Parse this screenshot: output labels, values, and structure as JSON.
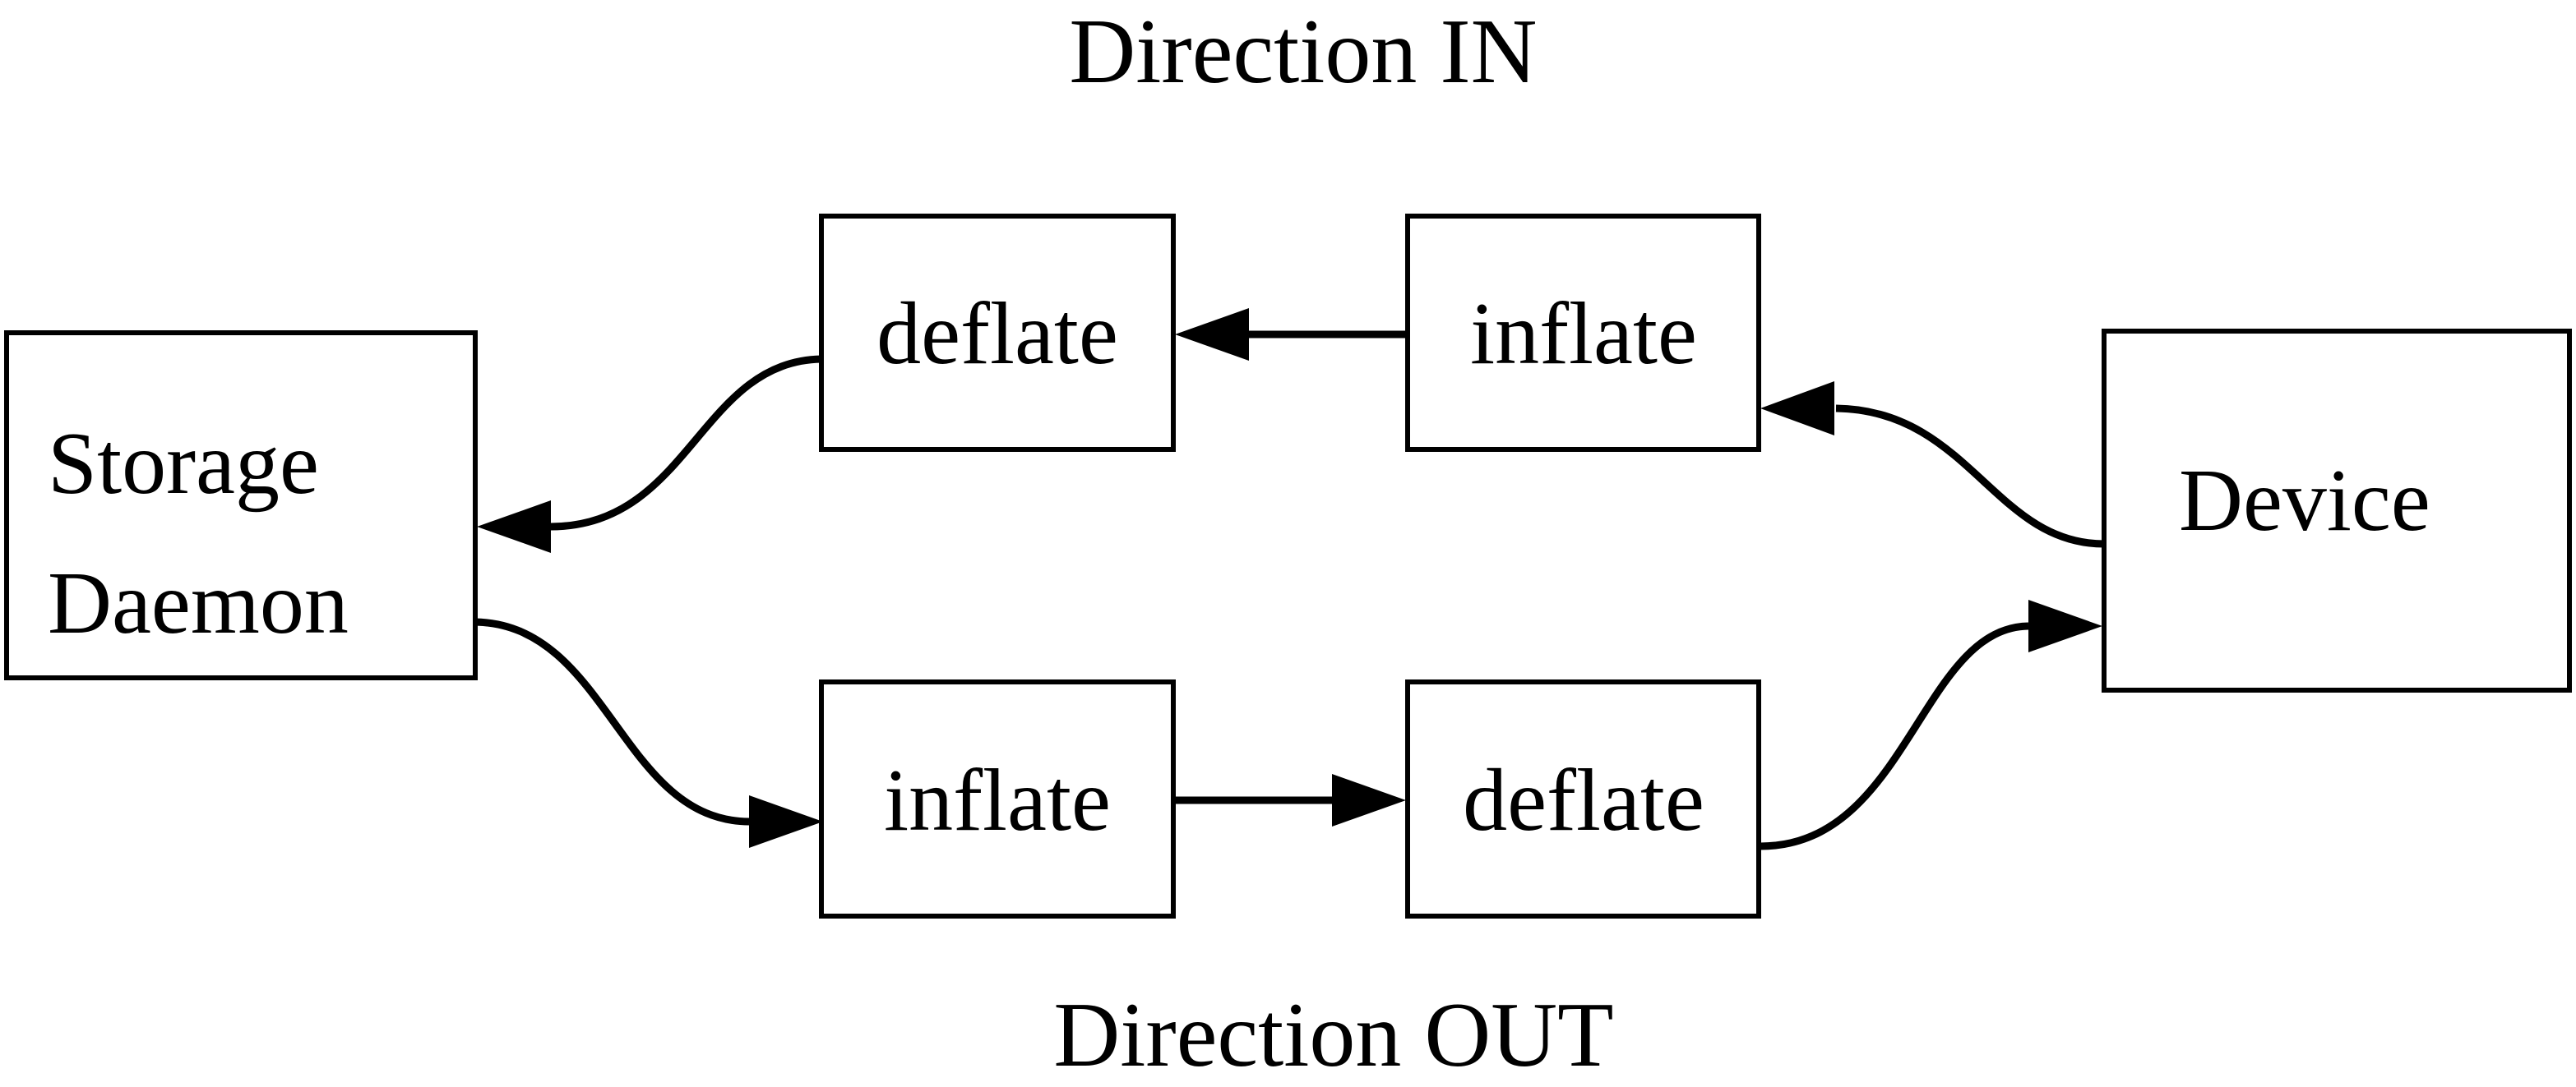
{
  "diagram": {
    "title_top": "Direction IN",
    "title_bottom": "Direction OUT",
    "nodes": {
      "storage_daemon": {
        "label_line1": "Storage",
        "label_line2": "Daemon"
      },
      "deflate_in": {
        "label": "deflate"
      },
      "inflate_in": {
        "label": "inflate"
      },
      "inflate_out": {
        "label": "inflate"
      },
      "deflate_out": {
        "label": "deflate"
      },
      "device": {
        "label": "Device"
      }
    },
    "flows": [
      {
        "group": "Direction IN",
        "from": "Device",
        "to": "inflate"
      },
      {
        "group": "Direction IN",
        "from": "inflate",
        "to": "deflate"
      },
      {
        "group": "Direction IN",
        "from": "deflate",
        "to": "Storage Daemon"
      },
      {
        "group": "Direction OUT",
        "from": "Storage Daemon",
        "to": "inflate"
      },
      {
        "group": "Direction OUT",
        "from": "inflate",
        "to": "deflate"
      },
      {
        "group": "Direction OUT",
        "from": "deflate",
        "to": "Device"
      }
    ],
    "colors": {
      "ink": "#000000",
      "paper": "#ffffff"
    }
  }
}
